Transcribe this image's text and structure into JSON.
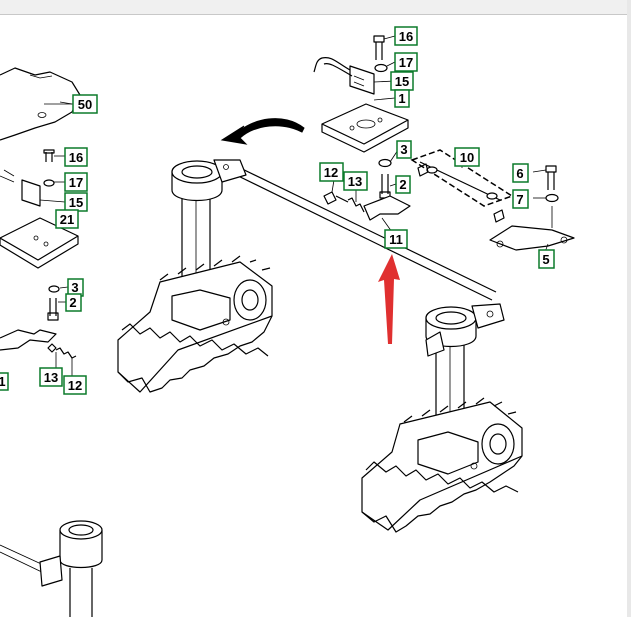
{
  "diagram": {
    "callouts": [
      {
        "id": "c-16a",
        "label": "16"
      },
      {
        "id": "c-17a",
        "label": "17"
      },
      {
        "id": "c-15a",
        "label": "15"
      },
      {
        "id": "c-1a",
        "label": "1"
      },
      {
        "id": "c-3a",
        "label": "3"
      },
      {
        "id": "c-2a",
        "label": "2"
      },
      {
        "id": "c-10",
        "label": "10"
      },
      {
        "id": "c-12a",
        "label": "12"
      },
      {
        "id": "c-13a",
        "label": "13"
      },
      {
        "id": "c-11",
        "label": "11"
      },
      {
        "id": "c-6",
        "label": "6"
      },
      {
        "id": "c-7",
        "label": "7"
      },
      {
        "id": "c-5",
        "label": "5"
      },
      {
        "id": "c-50",
        "label": "50"
      },
      {
        "id": "c-16b",
        "label": "16"
      },
      {
        "id": "c-17b",
        "label": "17"
      },
      {
        "id": "c-15b",
        "label": "15"
      },
      {
        "id": "c-21",
        "label": "21"
      },
      {
        "id": "c-3b",
        "label": "3"
      },
      {
        "id": "c-2b",
        "label": "2"
      },
      {
        "id": "c-13b",
        "label": "13"
      },
      {
        "id": "c-12b",
        "label": "12"
      },
      {
        "id": "c-1b",
        "label": "1"
      }
    ],
    "colors": {
      "callout_border": "#0b7a2a",
      "arrow_red": "#e03030",
      "line": "#000000"
    }
  }
}
